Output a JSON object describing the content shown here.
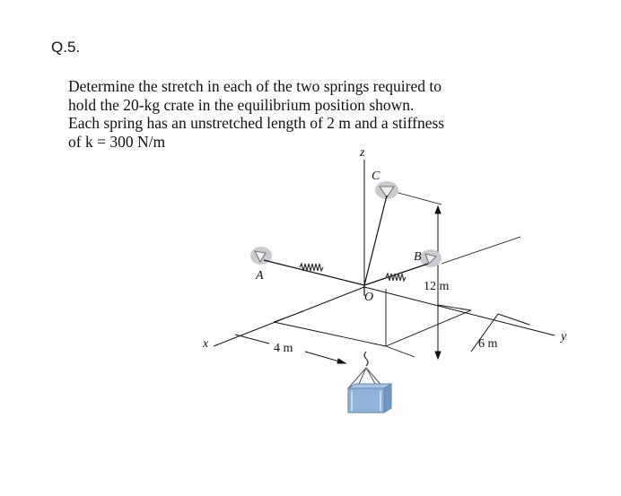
{
  "question": {
    "number": "Q.5."
  },
  "problem": {
    "lines": [
      "Determine the stretch in each of the two springs required to",
      "hold the 20-kg crate in the equilibrium position shown.",
      "Each spring has an unstretched length of 2 m and a stiffness",
      "of k = 300 N/m"
    ]
  },
  "figure": {
    "axis_labels": {
      "x": "x",
      "y": "y",
      "z": "z"
    },
    "point_labels": {
      "A": "A",
      "B": "B",
      "C": "C",
      "O": "O"
    },
    "dimensions": {
      "vertical": "12 m",
      "y_offset": "6 m",
      "x_offset": "4 m"
    },
    "colors": {
      "support": "#b9bcc2",
      "crate": "#8fb2d8",
      "crate_dark": "#5f86b2",
      "spring": "#333333"
    }
  }
}
